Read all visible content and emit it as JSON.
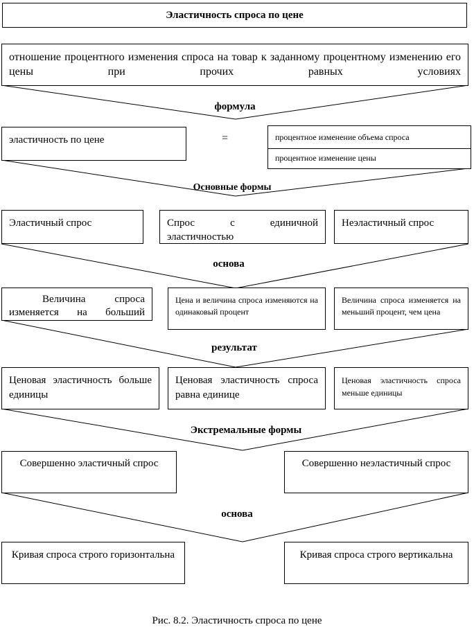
{
  "title": "Эластичность спроса по цене",
  "definition": "отношение процентного изменения спроса на товар к заданному процентному изменению его цены при прочих равных условиях",
  "labels": {
    "formula": "формула",
    "main_forms": "Основные формы",
    "basis1": "основа",
    "result": "результат",
    "extreme_forms": "Экстремальные формы",
    "basis2": "основа"
  },
  "formula": {
    "left": "эластичность по цене",
    "equals": "=",
    "numerator": "процентное изменение объема спроса",
    "denominator": "процентное изменение цены"
  },
  "forms": [
    "Эластичный спрос",
    "Спрос с единичной эластичностью",
    "Неэластичный спрос"
  ],
  "bases": [
    "Величина спроса изменяется на больший процент, чем цена",
    "Цена и величина спроса изменяются на одинаковый процент",
    "Величина спроса изменяется на меньший процент, чем цена"
  ],
  "results": [
    "Ценовая эластичность больше единицы",
    "Ценовая эластичность спроса равна единице",
    "Ценовая эластичность спроса меньше единицы"
  ],
  "extremes": [
    "Совершенно эластичный спрос",
    "Совершенно неэластичный спрос"
  ],
  "curves": [
    "Кривая спроса строго горизонтальна",
    "Кривая спроса строго вертикальна"
  ],
  "caption": "Рис. 8.2. Эластичность спроса по цене"
}
